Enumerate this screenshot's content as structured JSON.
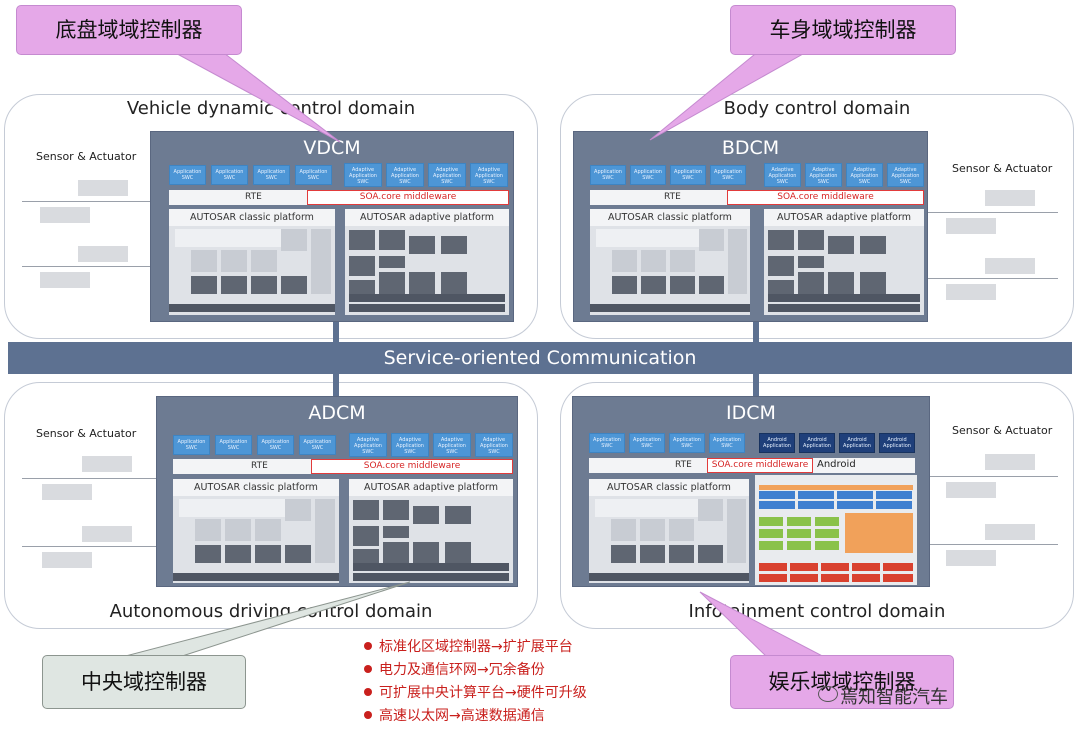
{
  "callouts": {
    "chassis": "底盘域域控制器",
    "body": "车身域域控制器",
    "central": "中央域控制器",
    "entertainment": "娱乐域域控制器"
  },
  "domains": {
    "vdc": {
      "title": "Vehicle dynamic control domain",
      "panel": "VDCM",
      "sensor": "Sensor & Actuator"
    },
    "bdc": {
      "title": "Body control domain",
      "panel": "BDCM",
      "sensor": "Sensor & Actuator"
    },
    "adc": {
      "title": "Autonomous driving control domain",
      "panel": "ADCM",
      "sensor": "Sensor & Actuator"
    },
    "idc": {
      "title": "Infotainment control domain",
      "panel": "IDCM",
      "sensor": "Sensor & Actuator"
    }
  },
  "panel_labels": {
    "app_swc": "Application SWC",
    "adaptive_swc": "Adaptive Application SWC",
    "android_app": "Android Application",
    "rte": "RTE",
    "soa_middleware": "SOA.core middleware",
    "classic": "AUTOSAR classic platform",
    "adaptive": "AUTOSAR adaptive platform",
    "android": "Android"
  },
  "bus": "Service-oriented Communication",
  "bullets": [
    "标准化区域控制器→扩扩展平台",
    "电力及通信环网→冗余备份",
    "可扩展中央计算平台→硬件可升级",
    "高速以太网→高速数据通信"
  ],
  "watermark": "焉知智能汽车",
  "colors": {
    "bus": "#5d7191",
    "panel": "#6d7b92",
    "app": "#4d96d6",
    "callout": "#e5a8e8",
    "bullet": "#c9201d"
  }
}
